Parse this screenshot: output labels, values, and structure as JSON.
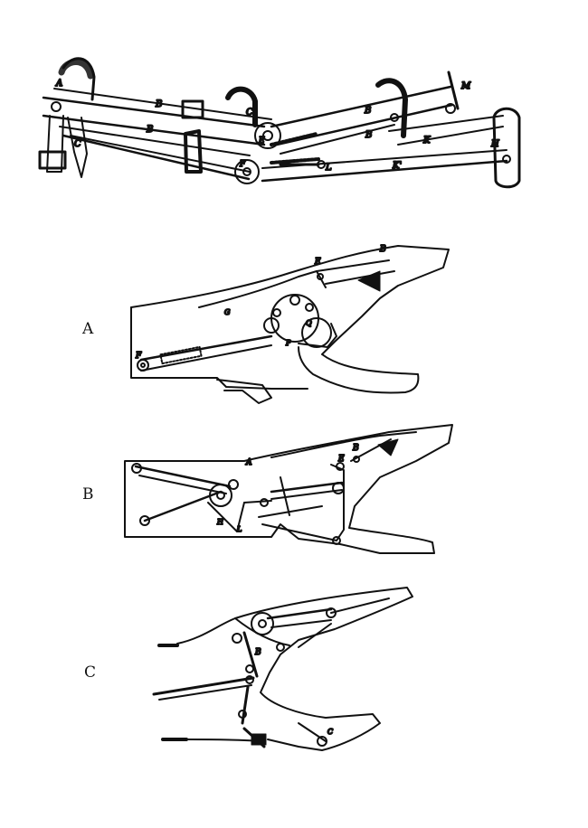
{
  "figure": {
    "panels": [
      {
        "id": "top",
        "letters": [
          "A",
          "B",
          "B",
          "C",
          "C",
          "E",
          "F",
          "B",
          "B",
          "M",
          "K",
          "H",
          "K'",
          "L"
        ]
      },
      {
        "id": "A",
        "label": "A",
        "letters": [
          "B",
          "E",
          "Q",
          "P",
          "G",
          "F"
        ]
      },
      {
        "id": "B",
        "label": "B",
        "letters": [
          "A",
          "E",
          "B",
          "H",
          "L"
        ]
      },
      {
        "id": "C",
        "label": "C",
        "letters": [
          "B",
          "C"
        ]
      }
    ]
  },
  "colors": {
    "ink": "#111111",
    "paper": "#ffffff"
  }
}
